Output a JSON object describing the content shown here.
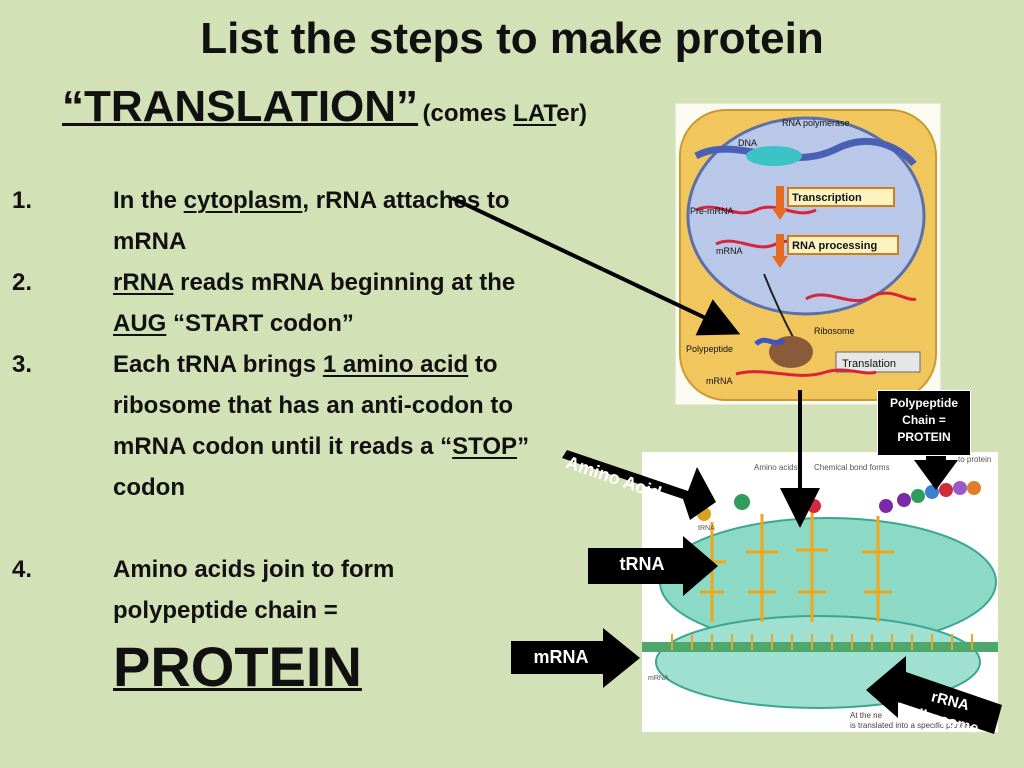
{
  "title": "List the steps to make protein",
  "subtitle": {
    "main": "“TRANSLATION”",
    "note_prefix": "(comes ",
    "note_underlined": "LAT",
    "note_suffix": "er)"
  },
  "steps": [
    {
      "num": "1.",
      "parts": [
        "In the ",
        "cytoplasm",
        ", rRNA attaches to mRNA"
      ]
    },
    {
      "num": "2.",
      "parts": [
        "rRNA",
        " reads mRNA beginning at the ",
        "AUG",
        " “START codon”"
      ]
    },
    {
      "num": "3.",
      "parts": [
        "Each tRNA brings ",
        "1 amino acid",
        " to ribosome that has an anti-codon to mRNA codon until it reads a “",
        "STOP",
        "” codon"
      ]
    },
    {
      "num": "4.",
      "parts": [
        "Amino acids join to form polypeptide chain = ",
        "PROTEIN"
      ]
    }
  ],
  "top_figure": {
    "dna": "DNA",
    "rna_polymerase": "RNA polymerase",
    "transcription": "Transcription",
    "pre_mrna": "Pre-mRNA",
    "rna_processing": "RNA processing",
    "mrna": "mRNA",
    "ribosome": "Ribosome",
    "polypeptide": "Polypeptide",
    "translation": "Translation",
    "mrna_bottom": "mRNA"
  },
  "bottom_figure": {
    "amino_acids": "Amino acids",
    "chemical_bond": "Chemical bond forms",
    "protein_frag": "to protein",
    "trna_small": "tRNA",
    "mrna_small": "mRNA",
    "caption_1": "At the ne",
    "caption_2": "is translated into a specific protein."
  },
  "labels": {
    "polypeptide_box": [
      "Polypeptide",
      "Chain =",
      "PROTEIN"
    ],
    "amino_acid": "Amino Acid",
    "trna": "tRNA",
    "mrna": "mRNA",
    "rrna_ribosome": [
      "rRNA",
      "ribosome"
    ]
  },
  "colors": {
    "background": "#d3e2b6",
    "cell": "#f1c75d",
    "nucleus": "#b9c8e8",
    "ribosome": "#8cd9c6",
    "label_box": "#000000"
  }
}
